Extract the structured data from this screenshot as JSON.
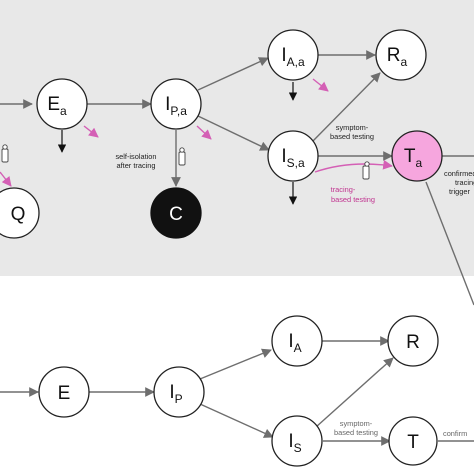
{
  "colors": {
    "panel_bg": "#e8e8e8",
    "node_fill": "#ffffff",
    "node_stroke": "#222222",
    "node_dark": "#111111",
    "node_pink": "#f6a6de",
    "edge": "#6e6e6e",
    "edge_magenta": "#d45fb5",
    "label_magenta": "#c0338f"
  },
  "top_panel": {
    "nodes": {
      "E_a": {
        "main": "E",
        "sub": "a"
      },
      "IP_a": {
        "main": "I",
        "sub": "P,a"
      },
      "IA_a": {
        "main": "I",
        "sub": "A,a"
      },
      "IS_a": {
        "main": "I",
        "sub": "S,a"
      },
      "R_a": {
        "main": "R",
        "sub": "a"
      },
      "T_a": {
        "main": "T",
        "sub": "a"
      },
      "Q": {
        "main": "Q",
        "sub": ""
      },
      "C": {
        "main": "C",
        "sub": ""
      }
    },
    "labels": {
      "self_isolation_1": "self-isolation",
      "self_isolation_2": "after tracing",
      "symptom_based_1": "symptom-",
      "symptom_based_2": "based testing",
      "tracing_based_1": "tracing-",
      "tracing_based_2": "based testing",
      "confirmed_1": "confirmed",
      "confirmed_2": "tracing",
      "confirmed_3": "trigger"
    }
  },
  "bottom_panel": {
    "nodes": {
      "E": {
        "main": "E",
        "sub": ""
      },
      "IP": {
        "main": "I",
        "sub": "P"
      },
      "IA": {
        "main": "I",
        "sub": "A"
      },
      "IS": {
        "main": "I",
        "sub": "S"
      },
      "R": {
        "main": "R",
        "sub": ""
      },
      "T": {
        "main": "T",
        "sub": ""
      }
    },
    "labels": {
      "symptom_based_1": "symptom-",
      "symptom_based_2": "based testing",
      "confirmed_1": "confirm"
    }
  }
}
